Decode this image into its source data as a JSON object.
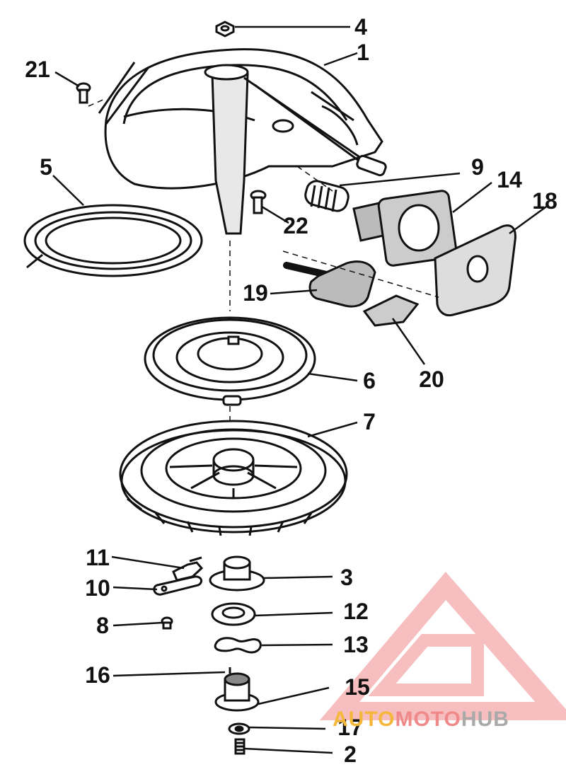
{
  "callouts": {
    "c1": "1",
    "c2": "2",
    "c3": "3",
    "c4": "4",
    "c5": "5",
    "c6": "6",
    "c7": "7",
    "c8": "8",
    "c9": "9",
    "c10": "10",
    "c11": "11",
    "c12": "12",
    "c13": "13",
    "c14": "14",
    "c15": "15",
    "c16": "16",
    "c17": "17",
    "c18": "18",
    "c19": "19",
    "c20": "20",
    "c21": "21",
    "c22": "22"
  },
  "watermark": {
    "part1": "AUTO",
    "part2": "MOTO",
    "part3": "HUB"
  },
  "colors": {
    "ink": "#111111",
    "logo": "#f08a8a",
    "wm_gold": "#f4b73a",
    "wm_grey": "#a9a9a9"
  }
}
